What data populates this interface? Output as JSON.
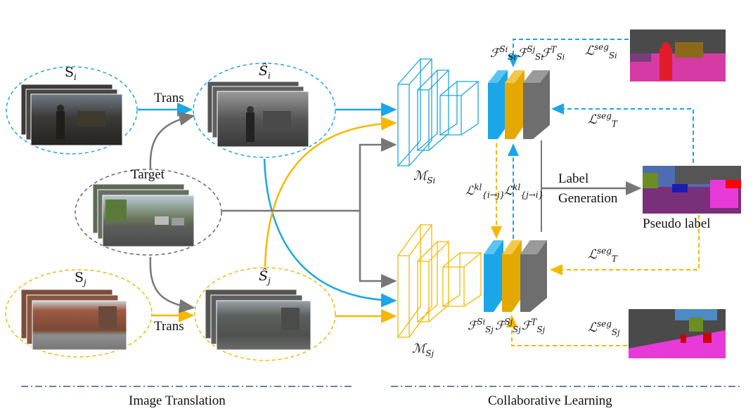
{
  "left_panel": {
    "source_i": {
      "base": "S",
      "sub": "i"
    },
    "source_i_hat": {
      "base": "Ŝ",
      "sub": "i"
    },
    "target": "Target",
    "source_j": {
      "base": "S",
      "sub": "j"
    },
    "source_j_hat": {
      "base": "Ŝ",
      "sub": "j"
    },
    "trans_top": "Trans",
    "trans_bottom": "Trans",
    "caption": "Image Translation"
  },
  "right_panel": {
    "model_i": {
      "base": "ℳ",
      "sub": "S",
      "subsub": "i"
    },
    "model_j": {
      "base": "ℳ",
      "sub": "S",
      "subsub": "j"
    },
    "features_i": [
      {
        "base": "ℱ",
        "sub": "S",
        "subsub": "i",
        "sup": "S",
        "supsub": "i"
      },
      {
        "base": "ℱ",
        "sub": "S",
        "subsub": "i",
        "sup": "S",
        "supsub": "j"
      },
      {
        "base": "ℱ",
        "sub": "S",
        "subsub": "i",
        "sup": "T",
        "supsub": ""
      }
    ],
    "features_j": [
      {
        "base": "ℱ",
        "sub": "S",
        "subsub": "j",
        "sup": "S",
        "supsub": "i"
      },
      {
        "base": "ℱ",
        "sub": "S",
        "subsub": "j",
        "sup": "S",
        "supsub": "j"
      },
      {
        "base": "ℱ",
        "sub": "S",
        "subsub": "j",
        "sup": "T",
        "supsub": ""
      }
    ],
    "loss_seg_si": {
      "base": "ℒ",
      "sup": "seg",
      "sub": "S",
      "subsub": "i"
    },
    "loss_seg_t_top": {
      "base": "ℒ",
      "sup": "seg",
      "sub": "T"
    },
    "loss_seg_t_bottom": {
      "base": "ℒ",
      "sup": "seg",
      "sub": "T"
    },
    "loss_seg_sj": {
      "base": "ℒ",
      "sup": "seg",
      "sub": "S",
      "subsub": "j"
    },
    "loss_kl_ij": {
      "base": "ℒ",
      "sup": "kl",
      "sub": "{i→j}"
    },
    "loss_kl_ji": {
      "base": "ℒ",
      "sup": "kl",
      "sub": "{j→i}"
    },
    "label_generation_1": "Label",
    "label_generation_2": "Generation",
    "pseudo_label": "Pseudo label",
    "caption": "Collaborative Learning"
  },
  "colors": {
    "blue": "#1aa6e8",
    "yellow": "#f5b800",
    "gray": "#777777",
    "feature_blue": "#1aa6e8",
    "feature_yellow": "#e4a900",
    "feature_gray": "#6e6e6e",
    "divider": "#3a5a80"
  }
}
